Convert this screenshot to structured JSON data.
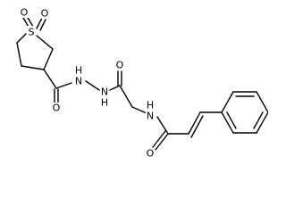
{
  "molecule": {
    "atoms": {
      "o1": "O",
      "s": "S",
      "o2": "O",
      "o3": "O",
      "nh1": "H",
      "n1": "N",
      "n2": "N",
      "nh2": "H",
      "o4": "O",
      "nh3": "H",
      "n3": "N",
      "o5": "O"
    },
    "colors": {
      "bond": "#000000",
      "label": "#000000",
      "background": "#ffffff"
    }
  }
}
